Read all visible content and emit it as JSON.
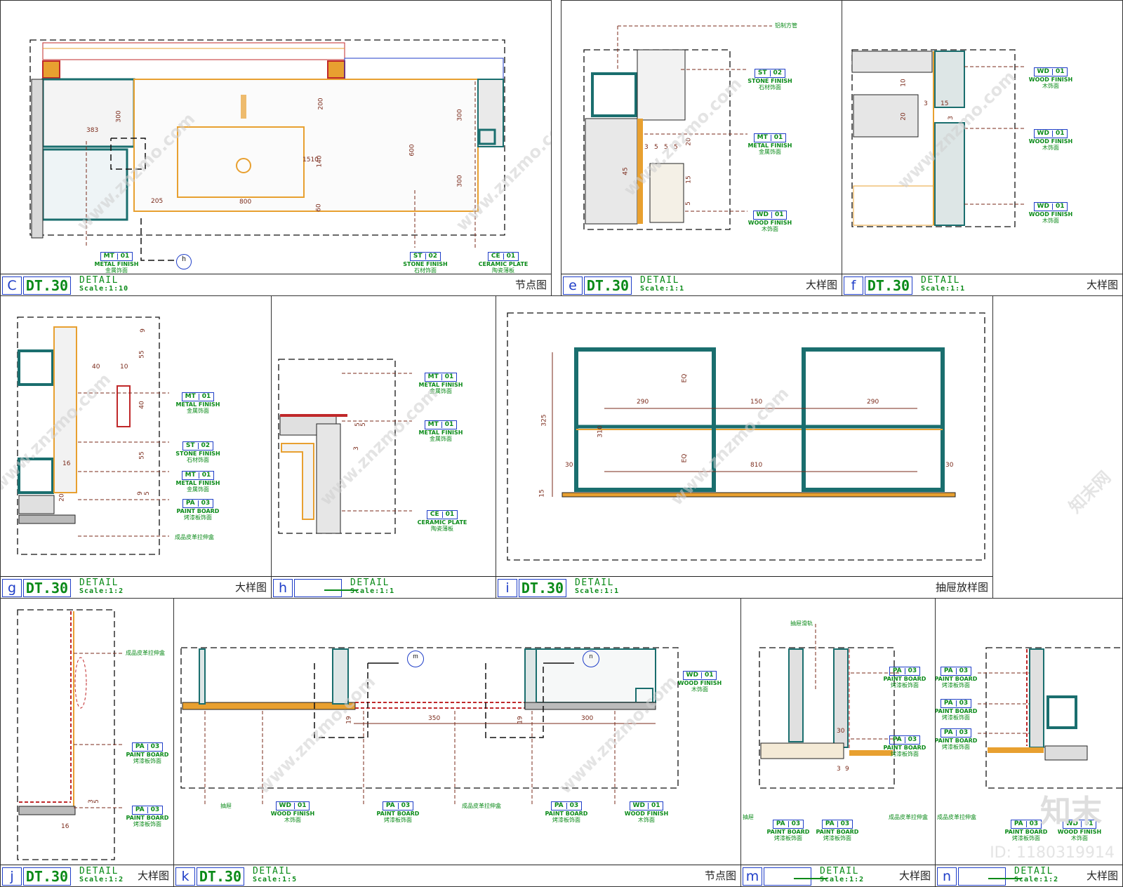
{
  "panels": {
    "c": {
      "letter": "C",
      "code": "DT.30",
      "detail": "DETAIL",
      "scale": "Scale:1:10",
      "title_cn": "节点图"
    },
    "e": {
      "letter": "e",
      "code": "DT.30",
      "detail": "DETAIL",
      "scale": "Scale:1:1",
      "title_cn": "大样图"
    },
    "f": {
      "letter": "f",
      "code": "DT.30",
      "detail": "DETAIL",
      "scale": "Scale:1:1",
      "title_cn": "大样图"
    },
    "g": {
      "letter": "g",
      "code": "DT.30",
      "detail": "DETAIL",
      "scale": "Scale:1:2",
      "title_cn": "大样图"
    },
    "h": {
      "letter": "h",
      "code": "",
      "detail": "DETAIL",
      "scale": "Scale:1:1",
      "title_cn": ""
    },
    "i": {
      "letter": "i",
      "code": "DT.30",
      "detail": "DETAIL",
      "scale": "Scale:1:1",
      "title_cn": "抽屉放样图"
    },
    "j": {
      "letter": "j",
      "code": "DT.30",
      "detail": "DETAIL",
      "scale": "Scale:1:2",
      "title_cn": "大样图"
    },
    "k": {
      "letter": "k",
      "code": "DT.30",
      "detail": "DETAIL",
      "scale": "Scale:1:5",
      "title_cn": "节点图"
    },
    "m": {
      "letter": "m",
      "code": "",
      "detail": "DETAIL",
      "scale": "Scale:1:2",
      "title_cn": "大样图"
    },
    "n": {
      "letter": "n",
      "code": "",
      "detail": "DETAIL",
      "scale": "Scale:1:2",
      "title_cn": "大样图"
    }
  },
  "tags": {
    "c1": {
      "code": "MT",
      "num": "01",
      "en": "METAL FINISH",
      "cn": "金属饰面"
    },
    "c2": {
      "code": "ST",
      "num": "02",
      "en": "STONE FINISH",
      "cn": "石材饰面"
    },
    "c3": {
      "code": "CE",
      "num": "01",
      "en": "CERAMIC PLATE",
      "cn": "陶瓷薄板"
    },
    "e1": {
      "code": "ST",
      "num": "02",
      "en": "STONE FINISH",
      "cn": "石材饰面"
    },
    "e2": {
      "code": "MT",
      "num": "01",
      "en": "METAL FINISH",
      "cn": "金属饰面"
    },
    "e3": {
      "code": "WD",
      "num": "01",
      "en": "WOOD FINISH",
      "cn": "木饰面"
    },
    "f1": {
      "code": "WD",
      "num": "01",
      "en": "WOOD FINISH",
      "cn": "木饰面"
    },
    "f2": {
      "code": "WD",
      "num": "01",
      "en": "WOOD FINISH",
      "cn": "木饰面"
    },
    "f3": {
      "code": "WD",
      "num": "01",
      "en": "WOOD FINISH",
      "cn": "木饰面"
    },
    "g1": {
      "code": "MT",
      "num": "01",
      "en": "METAL FINISH",
      "cn": "金属饰面"
    },
    "g2": {
      "code": "ST",
      "num": "02",
      "en": "STONE FINISH",
      "cn": "石材饰面"
    },
    "g3": {
      "code": "MT",
      "num": "01",
      "en": "METAL FINISH",
      "cn": "金属饰面"
    },
    "g4": {
      "code": "PA",
      "num": "03",
      "en": "PAINT BOARD",
      "cn": "烤漆板饰面"
    },
    "h1": {
      "code": "MT",
      "num": "01",
      "en": "METAL FINISH",
      "cn": "金属饰面"
    },
    "h2": {
      "code": "MT",
      "num": "01",
      "en": "METAL FINISH",
      "cn": "金属饰面"
    },
    "h3": {
      "code": "CE",
      "num": "01",
      "en": "CERAMIC PLATE",
      "cn": "陶瓷薄板"
    },
    "j1": {
      "code": "PA",
      "num": "03",
      "en": "PAINT BOARD",
      "cn": "烤漆板饰面"
    },
    "j2": {
      "code": "PA",
      "num": "03",
      "en": "PAINT BOARD",
      "cn": "烤漆板饰面"
    },
    "k1": {
      "code": "WD",
      "num": "01",
      "en": "WOOD FINISH",
      "cn": "木饰面"
    },
    "k2": {
      "code": "WD",
      "num": "01",
      "en": "WOOD FINISH",
      "cn": "木饰面"
    },
    "k3": {
      "code": "PA",
      "num": "03",
      "en": "PAINT BOARD",
      "cn": "烤漆板饰面"
    },
    "k4": {
      "code": "PA",
      "num": "03",
      "en": "PAINT BOARD",
      "cn": "烤漆板饰面"
    },
    "k5": {
      "code": "WD",
      "num": "01",
      "en": "WOOD FINISH",
      "cn": "木饰面"
    },
    "m1": {
      "code": "PA",
      "num": "03",
      "en": "PAINT BOARD",
      "cn": "烤漆板饰面"
    },
    "m2": {
      "code": "PA",
      "num": "03",
      "en": "PAINT BOARD",
      "cn": "烤漆板饰面"
    },
    "m3": {
      "code": "PA",
      "num": "03",
      "en": "PAINT BOARD",
      "cn": "烤漆板饰面"
    },
    "m4": {
      "code": "PA",
      "num": "03",
      "en": "PAINT BOARD",
      "cn": "烤漆板饰面"
    },
    "n1": {
      "code": "PA",
      "num": "03",
      "en": "PAINT BOARD",
      "cn": "烤漆板饰面"
    },
    "n2": {
      "code": "PA",
      "num": "03",
      "en": "PAINT BOARD",
      "cn": "烤漆板饰面"
    },
    "n3": {
      "code": "PA",
      "num": "03",
      "en": "PAINT BOARD",
      "cn": "烤漆板饰面"
    },
    "n4": {
      "code": "PA",
      "num": "03",
      "en": "PAINT BOARD",
      "cn": "烤漆板饰面"
    },
    "n5": {
      "code": "WD",
      "num": "01",
      "en": "WOOD FINISH",
      "cn": "木饰面"
    }
  },
  "dims": {
    "c": [
      "383",
      "300",
      "205",
      "800",
      "200",
      "1510",
      "600",
      "60",
      "300",
      "300",
      "140"
    ],
    "e": [
      "3",
      "5",
      "5",
      "5",
      "20",
      "15",
      "5",
      "45"
    ],
    "f": [
      "10",
      "20",
      "3",
      "15",
      "3"
    ],
    "g": [
      "9",
      "55",
      "40",
      "10",
      "40",
      "55",
      "16",
      "20",
      "9",
      "5"
    ],
    "h": [
      "5",
      "5",
      "3"
    ],
    "i": [
      "325",
      "290",
      "150",
      "290",
      "310",
      "810",
      "30",
      "30",
      "15",
      "EQ",
      "EQ"
    ],
    "j": [
      "3",
      "5",
      "16"
    ],
    "k": [
      "350",
      "300",
      "19",
      "19"
    ],
    "m": [
      "30",
      "3",
      "9"
    ],
    "n": []
  },
  "notes": {
    "e_top": "铝制方管",
    "g_bottom": "成品皮革拉伸盒",
    "j_top": "成品皮革拉伸盒",
    "k_left": "抽屉",
    "k_mid": "成品皮革拉伸盒",
    "m_top": "抽屉滑轨",
    "m_left": "抽屉",
    "m_right": "成品皮革拉伸盒",
    "n_left": "成品皮革拉伸盒"
  },
  "callouts": {
    "c": "h",
    "k1": "m",
    "k2": "n"
  },
  "watermark": "www.znzmo.com",
  "watermark_cn": "知末网",
  "brand": "知末",
  "image_id": "ID: 1180319914",
  "colors": {
    "green": "#0a8a18",
    "blue": "#1f3ec8",
    "orange": "#e8a030",
    "dim": "#7a2a1a",
    "red": "#c0282a",
    "teal": "#1a6e6e"
  }
}
